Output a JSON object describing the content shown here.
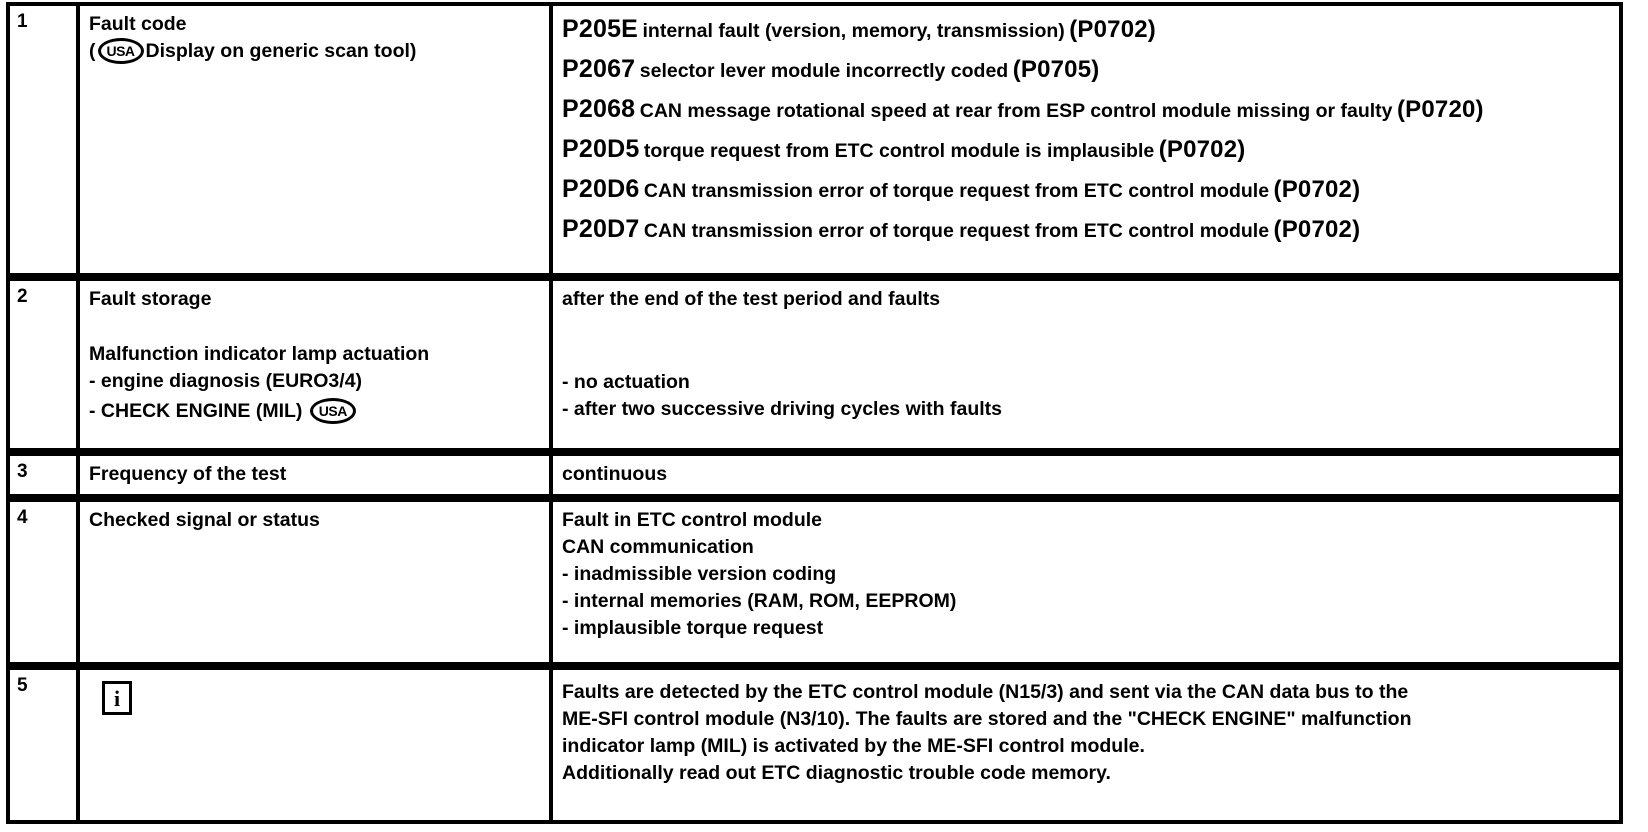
{
  "document": {
    "type": "diagnostic-fault-code-table",
    "rows": [
      {
        "number": "1",
        "label_title": "Fault code",
        "label_sub_prefix": "(",
        "label_sub_badge": "USA",
        "label_sub_text": "Display on generic scan tool)",
        "fault_codes": [
          {
            "code": "P205E",
            "description": "internal fault (version, memory, transmission)",
            "generic": "(P0702)"
          },
          {
            "code": "P2067",
            "description": "selector lever module incorrectly coded",
            "generic": "(P0705)"
          },
          {
            "code": "P2068",
            "description": "CAN message rotational speed at rear from ESP control module missing or faulty",
            "generic": "(P0720)"
          },
          {
            "code": "P20D5",
            "description": "torque request from ETC control module is implausible",
            "generic": "(P0702)"
          },
          {
            "code": "P20D6",
            "description": "CAN transmission error of torque request from ETC control module",
            "generic": "(P0702)"
          },
          {
            "code": "P20D7",
            "description": "CAN transmission error of torque request from ETC control module",
            "generic": "(P0702)"
          }
        ]
      },
      {
        "number": "2",
        "label_title": "Fault storage",
        "label_heading": "Malfunction indicator lamp actuation",
        "label_item_1": "- engine diagnosis (EURO3/4)",
        "label_item_2_prefix": "- CHECK ENGINE (MIL)",
        "label_item_2_badge": "USA",
        "value_line_1": "after the end of the test period and faults",
        "value_item_1": "- no actuation",
        "value_item_2": "- after two successive driving cycles with faults"
      },
      {
        "number": "3",
        "label_title": "Frequency of the test",
        "value_line_1": "continuous"
      },
      {
        "number": "4",
        "label_title": "Checked signal or status",
        "value_line_1": "Fault in ETC control module",
        "value_line_2": "CAN communication",
        "value_line_3": "- inadmissible version coding",
        "value_line_4": "- internal memories (RAM, ROM, EEPROM)",
        "value_line_5": "- implausible torque request"
      },
      {
        "number": "5",
        "label_icon": "i",
        "value_line_1": "Faults are detected by the ETC control module (N15/3) and sent via the CAN data bus to the",
        "value_line_2": "ME-SFI control module (N3/10). The faults are stored and the \"CHECK ENGINE\" malfunction",
        "value_line_3": "indicator lamp (MIL) is activated by the ME-SFI control module.",
        "value_line_4": "Additionally read out ETC diagnostic trouble code memory."
      }
    ]
  }
}
